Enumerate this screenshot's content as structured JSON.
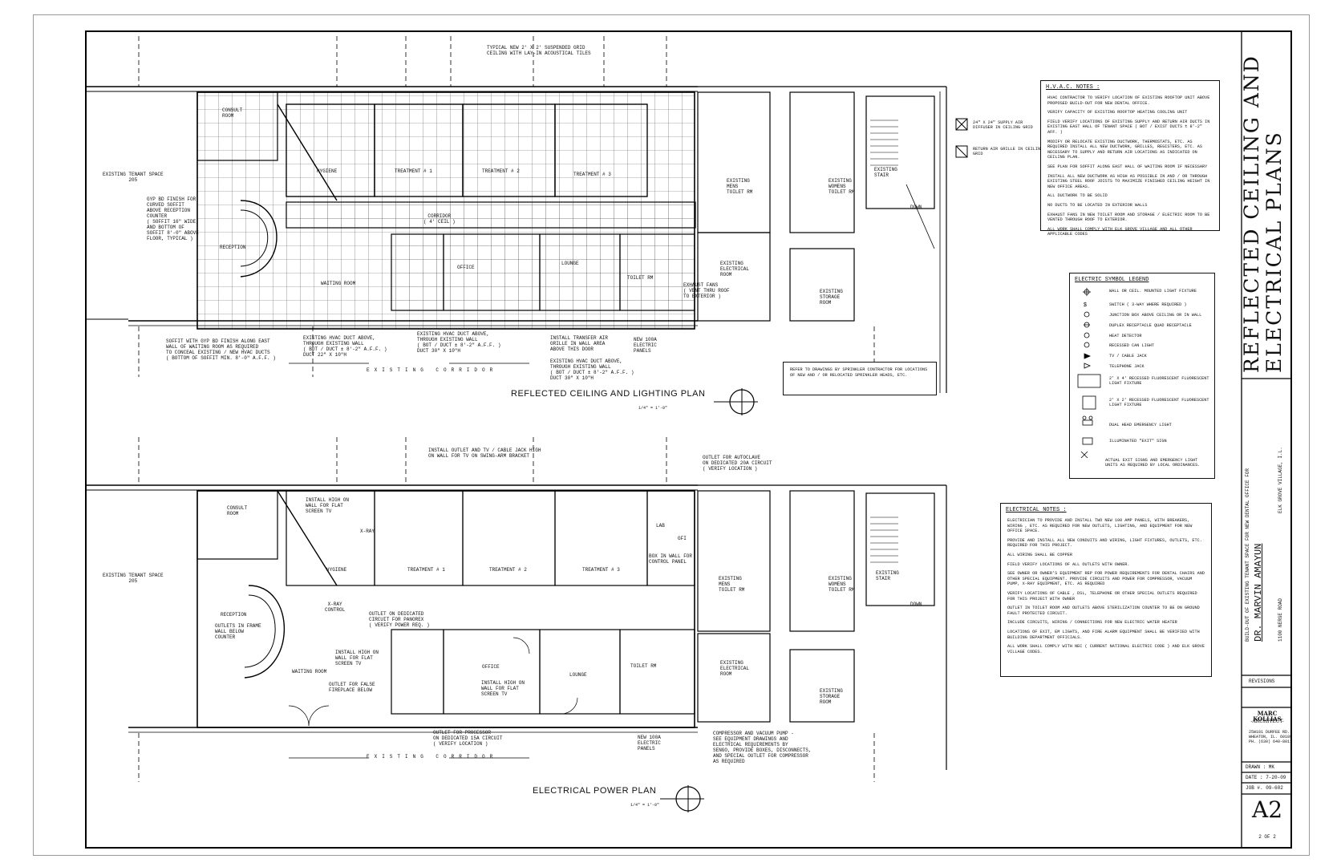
{
  "sheet": {
    "title_line1": "REFLECTED CEILING AND",
    "title_line2": "ELECTRICAL PLANS",
    "project_desc": "BUILD-OUT OF EXISTING TENANT SPACE FOR NEW DENTAL OFFICE FOR",
    "client": "DR. MARVIN AMAYUN",
    "address_left": "1100 NERGE ROAD",
    "address_right": "ELK GROVE VILLAGE, I.L.",
    "revisions": "REVISIONS",
    "architect_name": "MARC KOLLIAS",
    "architect_sub": "-ARCHITECT-",
    "architect_addr": "25W181 DURFEE RD.\nWHEATON, IL. 60189\nPH. (630) 640-8011",
    "drawn": "DRAWN : MK",
    "date": "DATE : 7-20-09",
    "job": "JOB #. 09-602",
    "sheet_no": "A2",
    "sheet_of": "2 OF 2"
  },
  "plans": {
    "rcp_title": "REFLECTED CEILING AND LIGHTING PLAN",
    "rcp_scale": "1/4\" = 1'-0\"",
    "epp_title": "ELECTRICAL POWER PLAN",
    "epp_scale": "1/4\" = 1'-0\"",
    "corridor": "EXISTING CORRIDOR"
  },
  "hvac_notes": {
    "title": "H.V.A.C. NOTES :",
    "items": [
      "HVAC CONTRACTOR TO VERIFY LOCATION OF EXISTING ROOFTOP UNIT ABOVE PROPOSED BUILD-OUT FOR NEW DENTAL OFFICE.",
      "VERIFY CAPACITY OF EXISTING ROOFTOP HEATING COOLING UNIT",
      "FIELD VERIFY LOCATIONS OF EXISTING SUPPLY AND RETURN AIR DUCTS IN EXISTING EAST HALL OF TENANT SPACE ( BOT / EXIST DUCTS ± 8'-2\" AFF. )",
      "MODIFY OR RELOCATE EXISTING DUCTWORK, THERMOSTATS, ETC. AS REQUIRED INSTALL ALL NEW DUCTWORK, GRILLES, REGISTERS, ETC. AS NECESSARY TO SUPPLY AND RETURN AIR LOCATIONS AS INDICATED ON CEILING PLAN.",
      "SEE PLAN FOR SOFFIT ALONG EAST HALL OF WAITING ROOM IF NECESSARY",
      "INSTALL ALL NEW DUCTWORK AS HIGH AS POSSIBLE IN AND / OR THROUGH EXISTING STEEL ROOF JOISTS TO MAXIMIZE FINISHED CEILING HEIGHT IN NEW OFFICE AREAS.",
      "ALL DUCTWORK TO BE SOLID",
      "NO DUCTS TO BE LOCATED IN EXTERIOR WALLS",
      "EXHAUST FANS IN NEW TOILET ROOM AND STORAGE / ELECTRIC ROOM TO BE VENTED THROUGH ROOF TO EXTERIOR.",
      "ALL WORK SHALL COMPLY WITH ELK GROVE VILLAGE AND ALL OTHER APPLICABLE CODES"
    ]
  },
  "diffuser_legend": {
    "supply": "24\" X 24\" SUPPLY AIR DIFFUSER IN CEILING GRID",
    "return": "RETURN AIR GRILLE IN CEILING GRID"
  },
  "electric_legend": {
    "title": "ELECTRIC SYMBOL LEGEND",
    "items": [
      "WALL OR CEIL. MOUNTED LIGHT FIXTURE",
      "SWITCH ( 3-WAY WHERE REQUIRED )",
      "JUNCTION BOX ABOVE CEILING OR IN WALL",
      "DUPLEX RECEPTACLE   QUAD RECEPTACLE",
      "HEAT DETECTOR",
      "RECESSED CAN LIGHT",
      "TV / CABLE JACK",
      "TELEPHONE JACK",
      "2' X 4' RECESSED FLUORESCENT FLUORESCENT LIGHT FIXTURE",
      "2' X 2' RECESSED FLUORESCENT FLUORESCENT LIGHT FIXTURE",
      "DUAL HEAD EMERGENCY LIGHT",
      "ILLUMINATED \"EXIT\" SIGN"
    ],
    "footnote": "ACTUAL EXIT SIGNS AND EMERGENCY LIGHT UNITS AS REQUIRED BY LOCAL ORDINANCES."
  },
  "electrical_notes": {
    "title": "ELECTRICAL NOTES :",
    "items": [
      "ELECTRICIAN TO PROVIDE AND INSTALL TWO NEW 100 AMP PANELS, WITH BREAKERS, WIRING , ETC. AS REQUIRED FOR NEW OUTLETS, LIGHTING, AND EQUIPMENT FOR NEW OFFICE SPACE.",
      "PROVIDE AND INSTALL ALL NEW CONDUITS AND WIRING, LIGHT FIXTURES, OUTLETS, ETC. REQUIRED FOR THIS PROJECT.",
      "ALL WIRING SHALL BE COPPER",
      "FIELD VERIFY LOCATIONS OF ALL OUTLETS WITH OWNER.",
      "SEE OWNER OR OWNER'S EQUIPMENT REP FOR POWER REQUIREMENTS FOR DENTAL CHAIRS AND OTHER SPECIAL EQUIPMENT. PROVIDE CIRCUITS AND POWER FOR COMPRESSOR, VACUUM PUMP, X-RAY EQUIPMENT, ETC. AS REQUIRED",
      "VERIFY LOCATIONS OF CABLE , DSL, TELEPHONE OR OTHER SPECIAL OUTLETS REQUIRED FOR THIS PROJECT WITH OWNER",
      "OUTLET IN TOILET ROOM AND OUTLETS ABOVE STERILIZATION COUNTER TO BE ON GROUND FAULT PROTECTED CIRCUIT.",
      "INCLUDE CIRCUITS, WIRING / CONNECTIONS FOR NEW ELECTRIC WATER HEATER",
      "LOCATIONS OF EXIT, EM LIGHTS, AND FIRE ALARM EQUIPMENT SHALL BE VERIFIED WITH BUILDING DEPARTMENT OFFICIALS.",
      "ALL WORK SHALL COMPLY WITH NEC ( CURRENT NATIONAL ELECTRIC CODE ) AND ELK GROVE VILLAGE CODES."
    ]
  },
  "sprinkler_note": "REFER TO DRAWINGS BY SPRINKLER CONTRACTOR FOR LOCATIONS OF NEW AND / OR RELOCATED SPRINKLER HEADS, ETC.",
  "rcp_labels": {
    "tenant": "EXISTING TENANT SPACE\n205",
    "grid_note": "TYPICAL NEW 2' X 2' SUSPENDED GRID\nCEILING WITH LAY-IN ACOUSTICAL TILES",
    "soffit": "GYP BD FINISH FOR\nCURVED SOFFIT\nABOVE RECEPTION\nCOUNTER\n( SOFFIT 16\" WIDE,\nAND BOTTOM OF\nSOFFIT 8'-0\" ABOVE\nFLOOR, TYPICAL )",
    "soffit2": "SOFFIT WITH GYP BD FINISH ALONG EAST\nWALL OF WAITING ROOM AS REQUIRED\nTO CONCEAL EXISTING / NEW HVAC DUCTS\n( BOTTOM OF SOFFIT MIN. 8'-0\" A.F.F. )",
    "duct1": "EXISTING HVAC DUCT ABOVE,\nTHROUGH EXISTING WALL\n( BOT / DUCT ± 8'-2\" A.F.F. )\nDUCT 22\" X 10\"H",
    "duct2": "EXISTING HVAC DUCT ABOVE,\nTHROUGH EXISTING WALL\n( BOT / DUCT ± 8'-2\" A.F.F. )\nDUCT 30\" X 10\"H",
    "transfer": "INSTALL TRANSFER AIR\nGRILLE IN WALL AREA\nABOVE THIS DOOR",
    "duct3": "EXISTING HVAC DUCT ABOVE,\nTHROUGH EXISTING WALL\n( BOT / DUCT ± 8'-2\" A.F.F. )\nDUCT 30\" X 10\"H",
    "panels": "NEW 100A\nELECTRIC\nPANELS",
    "exhaust": "EXHAUST FANS\n( VENT THRU ROOF\nTO EXTERIOR )",
    "consult": "CONSULT\nROOM",
    "hygiene": "HYGIENE",
    "t1": "TREATMENT # 1",
    "t2": "TREATMENT # 2",
    "t3": "TREATMENT # 3",
    "corridor_room": "CORRIDOR\n( 4' CEIL )",
    "reception": "RECEPTION",
    "waiting": "WAITING ROOM",
    "office": "OFFICE",
    "lounge": "LOUNGE",
    "toilet": "TOILET RM",
    "mens": "EXISTING\nMENS\nTOILET RM",
    "womens": "EXISTING\nWOMENS\nTOILET RM",
    "elec": "EXISTING\nELECTRICAL\nROOM",
    "storage": "EXISTING\nSTORAGE\nROOM",
    "stair": "EXISTING\nSTAIR",
    "down": "DOWN"
  },
  "epp_labels": {
    "tenant": "EXISTING TENANT SPACE\n205",
    "tv": "INSTALL OUTLET AND TV / CABLE JACK HIGH\nON WALL FOR TV ON SWING-ARM BRACKET",
    "autoclave": "OUTLET FOR AUTOCLAVE\nON DEDICATED 20A CIRCUIT\n( VERIFY LOCATION )",
    "flat_tv": "INSTALL HIGH ON\nWALL FOR FLAT\nSCREEN TV",
    "consult": "CONSULT\nROOM",
    "hygiene": "HYGIENE",
    "t1": "TREATMENT # 1",
    "t2": "TREATMENT # 2",
    "t3": "TREATMENT # 3",
    "lab": "LAB",
    "xray": "X-RAY",
    "xray_ctl": "X-RAY\nCONTROL",
    "box": "BOX IN WALL FOR\nCONTROL PANEL",
    "panorex": "OUTLET ON DEDICATED\nCIRCUIT FOR PANOREX\n( VERIFY POWER REQ. )",
    "reception": "RECEPTION",
    "frame": "OUTLETS IN FRAME\nWALL BELOW\nCOUNTER",
    "waiting": "WAITING ROOM",
    "flat_tv2": "INSTALL HIGH ON\nWALL FOR FLAT\nSCREEN TV",
    "fireplace": "OUTLET FOR FALSE\nFIREPLACE BELOW",
    "office": "OFFICE",
    "flat_tv3": "INSTALL HIGH ON\nWALL FOR FLAT\nSCREEN TV",
    "lounge": "LOUNGE",
    "toilet": "TOILET RM",
    "processor": "OUTLET FOR PROCESSOR\nON DEDICATED 15A CIRCUIT\n( VERIFY LOCATION )",
    "panels": "NEW 100A\nELECTRIC\nPANELS",
    "compressor": "COMPRESSOR AND VACUUM PUMP -\nSEE EQUIPMENT DRAWINGS AND\nELECTRICAL REQUIREMENTS BY\nSENGO, PROVIDE BOXES, DISCONNECTS,\nAND SPECIAL OUTLET FOR COMPRESSOR\nAS REQUIRED",
    "mens": "EXISTING\nMENS\nTOILET RM",
    "womens": "EXISTING\nWOMENS\nTOILET RM",
    "elec": "EXISTING\nELECTRICAL\nROOM",
    "storage": "EXISTING\nSTORAGE\nROOM",
    "stair": "EXISTING\nSTAIR",
    "down": "DOWN",
    "gfi": "GFI"
  }
}
